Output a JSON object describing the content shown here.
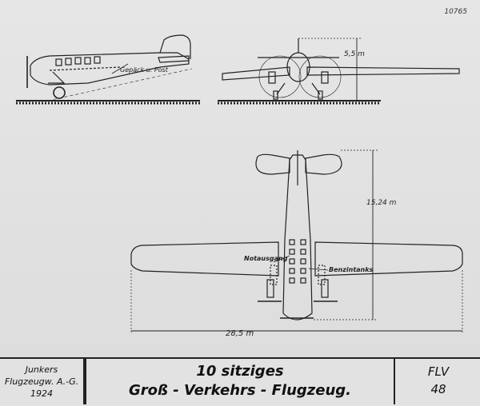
{
  "catalog_number": "10765",
  "side_view": {
    "cargo_label": "Gepäck u. Post"
  },
  "front_view": {
    "height_label": "5,5 m"
  },
  "top_view": {
    "length_label": "15,24 m",
    "span_label": "28,5 m",
    "emergency_exit_label": "Notausgang",
    "fuel_tanks_label": "Benzintanks"
  },
  "title_block": {
    "maker_line1": "Junkers",
    "maker_line2": "Flugzeugw. A.-G.",
    "year": "1924",
    "title_line1": "10 sitziges",
    "title_line2": "Groß - Verkehrs - Flugzeug.",
    "sheet_code": "FLV",
    "sheet_number": "48"
  }
}
